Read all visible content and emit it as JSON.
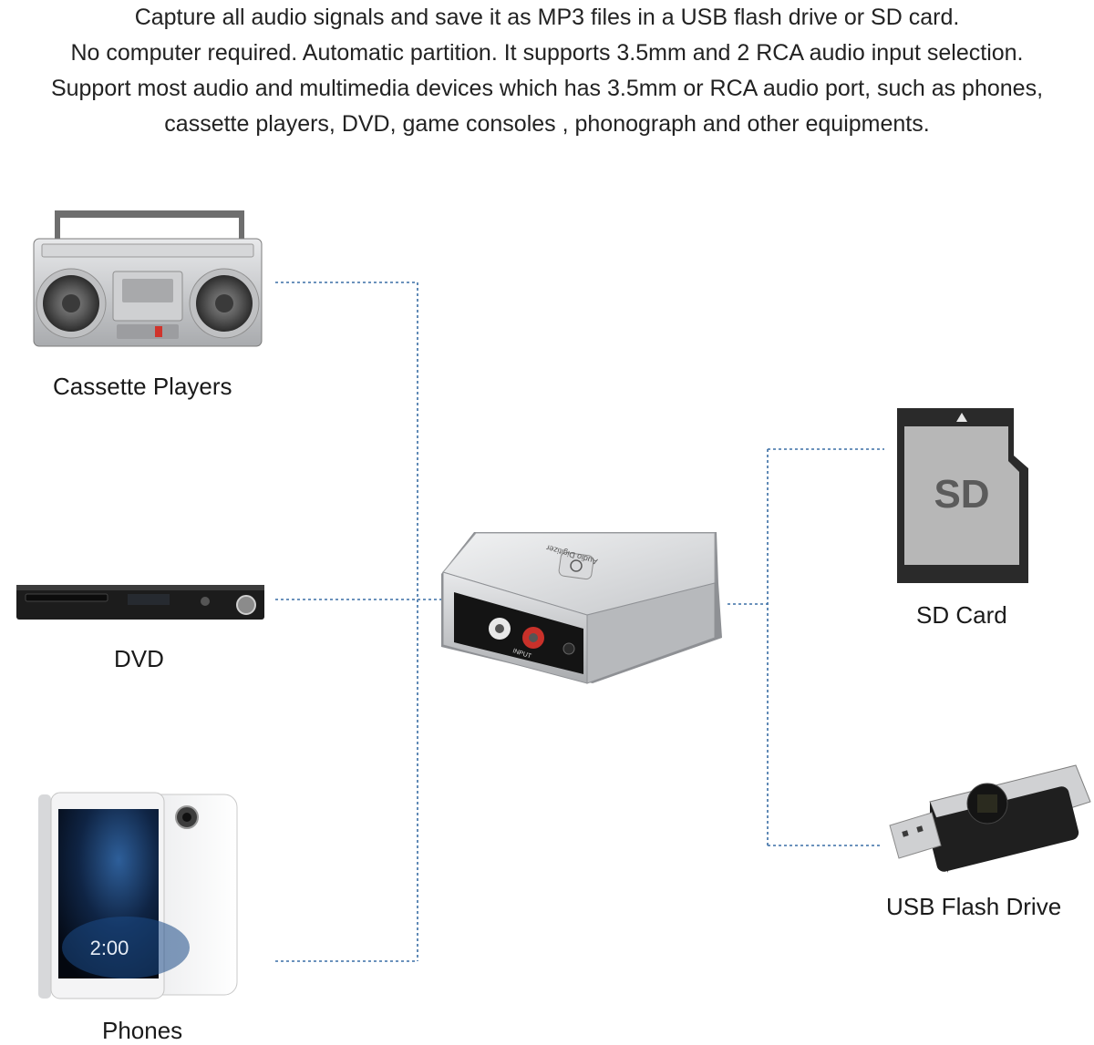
{
  "intro": {
    "lines": [
      "Capture all audio signals and save it as MP3 files in a USB flash drive or SD card.",
      "No computer required. Automatic partition. It supports 3.5mm and 2 RCA audio input selection.",
      "Support most audio and multimedia devices which has  3.5mm or RCA audio port, such as phones,",
      "cassette players, DVD, game consoles , phonograph and other equipments."
    ]
  },
  "sources": [
    {
      "label": "Cassette Players",
      "icon": "boombox-icon"
    },
    {
      "label": "DVD",
      "icon": "dvd-player-icon"
    },
    {
      "label": "Phones",
      "icon": "smartphone-icon"
    }
  ],
  "center_device": {
    "icon": "audio-digitizer-icon",
    "brand_text": "Audio Digitizer",
    "port_label": "INPUT"
  },
  "outputs": [
    {
      "label": "SD Card",
      "icon": "sd-card-icon",
      "card_text": "SD"
    },
    {
      "label": "USB Flash Drive",
      "icon": "usb-flash-drive-icon"
    }
  ],
  "phone_screen": {
    "time": "2:00"
  },
  "colors": {
    "connector": "#3a6ea5",
    "device_silver": "#c9cbce",
    "sd_card": "#b7b7b7"
  }
}
